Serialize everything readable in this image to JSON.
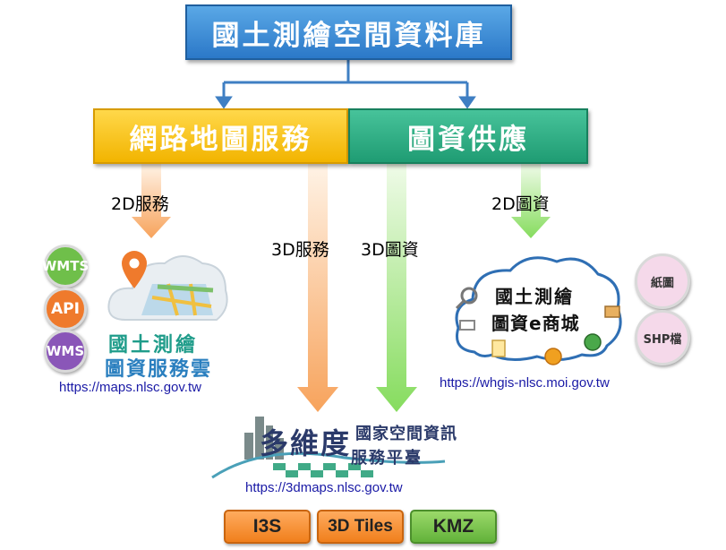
{
  "database": {
    "title": "國土測繪空間資料庫"
  },
  "branches": {
    "map_service": "網路地圖服務",
    "data_supply": "圖資供應"
  },
  "flows": {
    "service_2d": "2D服務",
    "service_3d": "3D服務",
    "data_3d": "3D圖資",
    "data_2d": "2D圖資"
  },
  "cloud_service": {
    "name_line1": "國土測繪",
    "name_line2": "圖資服務雲",
    "protocols": [
      "WMTS",
      "API",
      "WMS"
    ],
    "url": "https://maps.nlsc.gov.tw"
  },
  "estore": {
    "name_line1": "國土測繪",
    "name_line2": "圖資e商城",
    "formats": [
      "紙圖",
      "SHP檔"
    ],
    "url": "https://whgis-nlsc.moi.gov.tw"
  },
  "platform_3d": {
    "name_main": "多維度",
    "name_line1": "國家空間資訊",
    "name_line2": "服務平臺",
    "url": "https://3dmaps.nlsc.gov.tw",
    "formats": [
      "I3S",
      "3D Tiles",
      "KMZ"
    ]
  },
  "colors": {
    "db_blue": "#2b78c8",
    "map_yellow": "#f2b400",
    "data_green": "#1f9c73",
    "arrow_orange": "#f7a35c",
    "arrow_green": "#8fe06a",
    "url_blue": "#1a1aa6"
  }
}
